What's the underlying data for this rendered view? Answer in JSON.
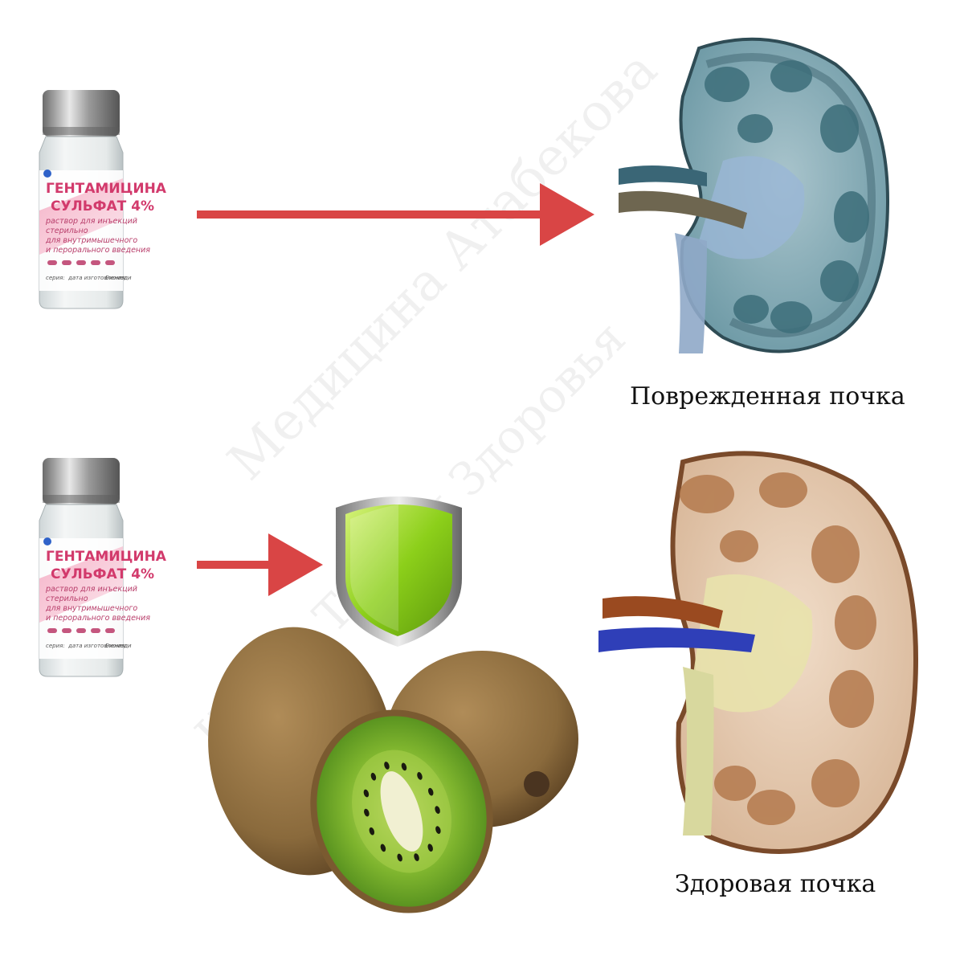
{
  "vial": {
    "brand": "ГЕНТАМИЦИНА",
    "name": "СУЛЬФАТ 4%",
    "description_lines": [
      "раствор для инъекций",
      "стерильно",
      "для внутримышечного",
      "и перорального введения"
    ],
    "footer_left": "серия:",
    "footer_mid": "дата изготовления:",
    "footer_right": "Биомеди"
  },
  "captions": {
    "damaged": "Поврежденная почка",
    "healthy": "Здоровая почка"
  },
  "watermark": {
    "line1": "Медицина Атабекова",
    "line2": "Канал Теория Здоровья"
  },
  "colors": {
    "arrow": "#d94545",
    "shield_green": "#8ccf1a",
    "kiwi_flesh": "#6ea82a",
    "kiwi_skin": "#8a6a3c",
    "damaged_kidney": "#4a7b86",
    "healthy_kidney": "#e6cbb3",
    "vein_blue": "#2f3fb8",
    "artery_brown": "#9a4a20"
  }
}
